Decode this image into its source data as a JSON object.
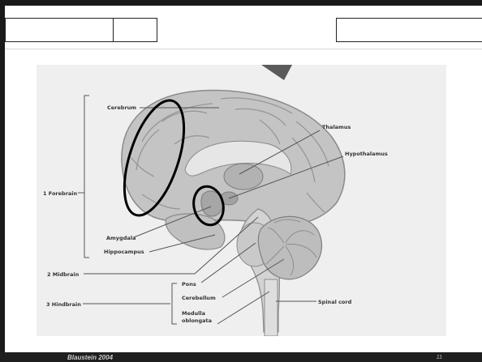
{
  "header": {
    "left_box_label": "",
    "small_box_label": "",
    "right_box_label": ""
  },
  "diagram": {
    "labels": {
      "cerebrum": "Cerebrum",
      "thalamus": "Thalamus",
      "hypothalamus": "Hypothalamus",
      "forebrain": "1 Forebrain",
      "amygdala": "Amygdala",
      "hippocampus": "Hippocampus",
      "midbrain": "2 Midbrain",
      "pons": "Pons",
      "hindbrain": "3 Hindbrain",
      "cerebellum": "Cerebellum",
      "medulla_line1": "Medulla",
      "medulla_line2": "oblongata",
      "spinal_cord": "Spinal cord"
    },
    "colors": {
      "background": "#efefef",
      "highlight_outline": "#000000",
      "leader_line": "#555555",
      "text": "#333333"
    }
  },
  "footer": {
    "author_text": "Blaustein 2004",
    "page_number": "11"
  }
}
